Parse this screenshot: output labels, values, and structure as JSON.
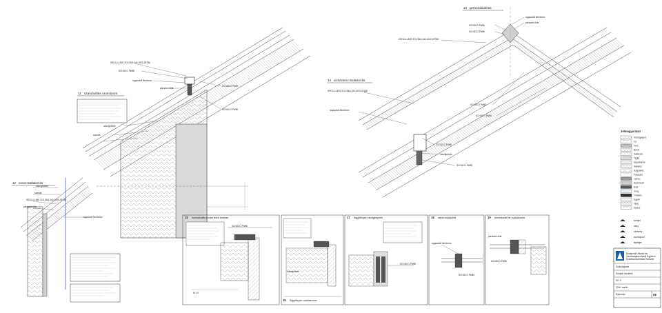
{
  "details": {
    "d11": {
      "num": "11",
      "title": "szarufaállás csomópont"
    },
    "d12": {
      "num": "12",
      "title": "ereszcsatlakozás"
    },
    "d13": {
      "num": "13",
      "title": "gerinckialakítás"
    },
    "d14": {
      "num": "14",
      "title": "vízszintes csatlakozás"
    },
    "d15": {
      "num": "15",
      "title": "homlokzatburkolat felső lezárás"
    },
    "d16": {
      "num": "16",
      "title": "függőleges csatlakozás"
    },
    "d17": {
      "num": "17",
      "title": "függőleges hézagképzés"
    },
    "d18": {
      "num": "18",
      "title": "sarok kialakítás"
    },
    "d19": {
      "num": "19",
      "title": "homlokzati fal csatlakozás"
    }
  },
  "labels": {
    "kroll": "KROLLLUNG SOLONA 340-1000-AF350",
    "schuco": "SCHÜCO FW60",
    "lead": "ragasztott fémlemez",
    "rafter": "szarufa",
    "insul": "hőszigetelés",
    "vap": "párazáró fólia",
    "scale": "M 1:5"
  },
  "legend": [
    "Kőzetgyapot",
    "Fa",
    "Fém",
    "Beton",
    "Vasbeton",
    "Tégla",
    "Gipszkarton",
    "Habarcs",
    "Szigetelés",
    "Párazáró",
    "Lemez",
    "Alumínium",
    "Acél",
    "Üveg",
    "Tömítés",
    "Egyéb",
    "Talaj",
    "Kavics"
  ],
  "symbols": [
    "szintjel",
    "irány",
    "szelvény",
    "csomópont",
    "léptékjel"
  ],
  "titleblock": {
    "org1": "Budapesti Műszaki és",
    "org2": "Gazdaságtudományi Egyetem",
    "dept": "Épületszerkezettani Tanszék",
    "project": "Szakdolgozat",
    "name": "Üvegfal részletek",
    "sheet_label": "Rajzszám",
    "sheet_no": "08",
    "scale": "M 1:5",
    "date": "2016. április"
  },
  "legend_title": "Jelmagyarázat"
}
